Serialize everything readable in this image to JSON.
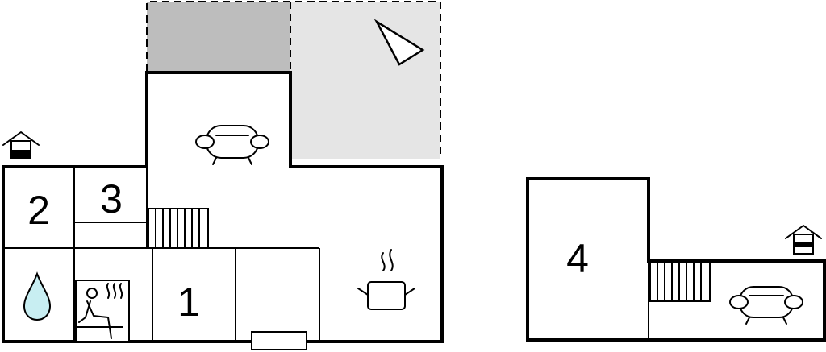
{
  "rooms": {
    "room_1": "1",
    "room_2": "2",
    "room_3": "3",
    "room_4": "4"
  },
  "colors": {
    "terrace_dark": "#bdbdbd",
    "terrace_light": "#e5e5e5",
    "water_drop": "#c8eef2",
    "wall": "#000000"
  },
  "icons": [
    "entrance-icon",
    "sofa-icon",
    "stairs-icon",
    "cooking-pot-icon",
    "water-drop-icon",
    "sauna-icon",
    "compass-pointer-icon",
    "window-icon"
  ]
}
